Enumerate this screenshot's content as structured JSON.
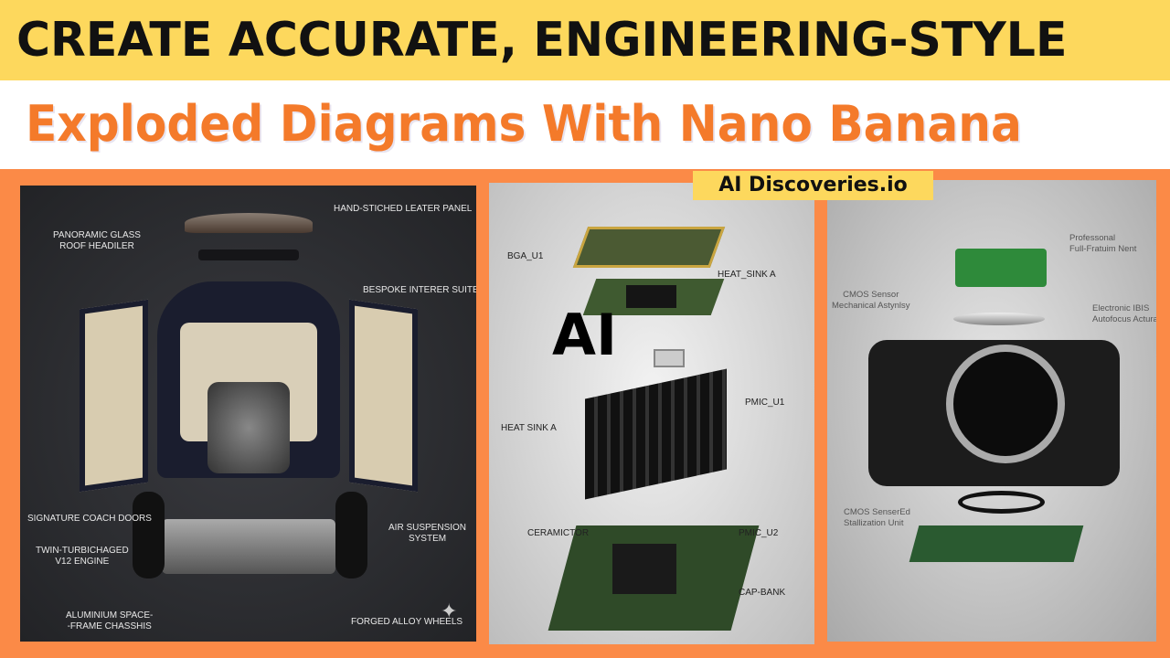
{
  "headline": "CREATE ACCURATE, ENGINEERING-STYLE",
  "subtitle": "Exploded Diagrams With Nano Banana",
  "badge": "AI Discoveries.io",
  "overlay_text": "AI",
  "colors": {
    "banner": "#fdd85d",
    "accent_orange": "#f47a2a",
    "background": "#fb8a47"
  },
  "car_panel": {
    "labels": [
      "HAND-STICHED LEATER PANEL",
      "PANORAMIC GLASS\nROOF HEADILER",
      "BESPOKE INTERER SUITE",
      "SIGNATURE COACH DOORS",
      "AIR SUSPENSION\nSYSTEM",
      "TWIN-TURBICHAGED\nV12 ENGINE",
      "ALUMINIUM SPACE-\n-FRAME CHASSHIS",
      "FORGED ALLOY WHEELS"
    ]
  },
  "board_panel": {
    "labels": [
      "BGA_U1",
      "HEAT_SINK A",
      "PMIC_U1",
      "HEAT SINK A",
      "CERAMICTOR",
      "PMIC_U2",
      "CAP-BANK"
    ]
  },
  "camera_panel": {
    "labels": [
      "Professonal\nFull-Fratuim Nent",
      "CMOS Sensor\nMechanical Astynlsy",
      "Electronic IBIS\nAutofocus Actura",
      "CMOS SenserEd\nStallization Unit"
    ]
  }
}
